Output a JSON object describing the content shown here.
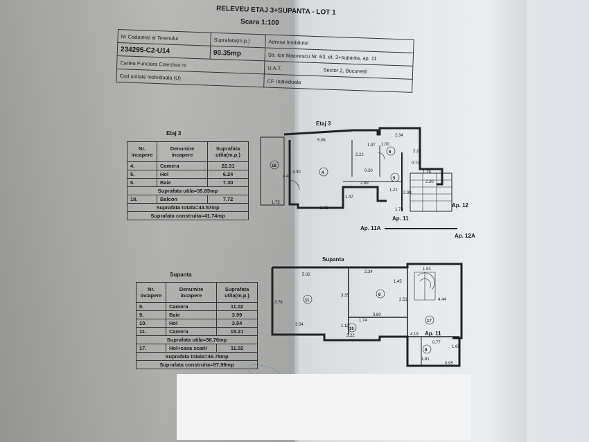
{
  "header": {
    "title": "RELEVEU ETAJ 3+SUPANTA - LOT 1",
    "scale": "Scara 1:100"
  },
  "info_table": {
    "cadastral_label": "Nr Cadastral al Terenului",
    "cadastral_value": "234295-C2-U14",
    "area_label": "Suprafata(m.p.)",
    "area_value": "90.35mp",
    "address_label": "Adresa Imobilului",
    "address_value": "Str. Ion Maiorescu Nr. 63, et. 3+supanta, ap. 11",
    "cf_label": "Cartea Funciara Colectiva nr.",
    "uat_label": "U.A.T.",
    "uat_value": "Sector 2, Bucuresti",
    "unit_label": "Cod unitate individuala (U)",
    "cf_ind_label": "CF. individuala"
  },
  "etaj3": {
    "heading": "Etaj 3",
    "col1": "Nr. incapere",
    "col2": "Denumire incapere",
    "col3": "Suprafata utila(m.p.)",
    "rows": [
      {
        "nr": "4.",
        "name": "Camera",
        "area": "22.31"
      },
      {
        "nr": "5.",
        "name": "Hol",
        "area": "6.24"
      },
      {
        "nr": "6.",
        "name": "Baie",
        "area": "7.30"
      }
    ],
    "utila": "Suprafata utila=35.85mp",
    "balcon": {
      "nr": "18.",
      "name": "Balcon",
      "area": "7.72"
    },
    "totala": "Suprafata totala=43.57mp",
    "construita": "Suprafata construita=41.74mp"
  },
  "supanta": {
    "heading": "Supanta",
    "col1": "Nr. incapere",
    "col2": "Denumire incapere",
    "col3": "Suprafata utila(m.p.)",
    "rows": [
      {
        "nr": "8.",
        "name": "Camera",
        "area": "11.02"
      },
      {
        "nr": "9.",
        "name": "Baie",
        "area": "3.99"
      },
      {
        "nr": "10.",
        "name": "Hol",
        "area": "3.54"
      },
      {
        "nr": "11.",
        "name": "Camera",
        "area": "18.21"
      }
    ],
    "utila": "Suprafata utila=36.76mp",
    "extra": {
      "nr": "17.",
      "name": "Hol+casa scarii",
      "area": "11.02"
    },
    "totala": "Suprafata totala=46.78mp",
    "construita": "Suprafata construita=57.99mp"
  },
  "plan_etaj3": {
    "heading": "Etaj 3",
    "rooms": [
      "18",
      "4",
      "6",
      "5"
    ],
    "dims": [
      "5.06",
      "2.34",
      "2.22",
      "1.37",
      "2.23",
      "0.74",
      "1.79",
      "2.30",
      "4.30",
      "4.41",
      "2.89",
      "1.47",
      "2.82",
      "1.75",
      "1.73",
      "1.22",
      "2.98",
      "1.00",
      "0.30"
    ],
    "labels": [
      "Ap. 12",
      "Ap. 11",
      "Ap. 11A",
      "Ap. 12A"
    ]
  },
  "plan_supanta": {
    "heading": "Supanta",
    "rooms": [
      "11",
      "8",
      "10",
      "17",
      "9"
    ],
    "dims": [
      "5.02",
      "2.34",
      "1.93",
      "1.45",
      "3.76",
      "3.35",
      "2.51",
      "4.44",
      "3.80",
      "3.54",
      "1.74",
      "1.10",
      "3.22",
      "4.19",
      "1.81",
      "1.60",
      "0.95",
      "0.77"
    ],
    "labels": [
      "Ap. 11"
    ]
  }
}
